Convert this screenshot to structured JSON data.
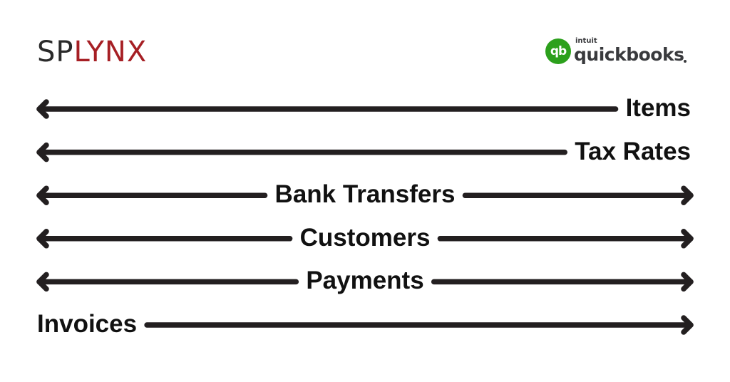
{
  "logos": {
    "left": {
      "parts": [
        {
          "text": "SP",
          "color": "#2a2a2a"
        },
        {
          "text": "LYNX",
          "color": "#a61f24"
        }
      ]
    },
    "right": {
      "mark": "qb",
      "brand": "intuit",
      "name": "quickbooks",
      "brand_green": "#2ca01c",
      "text_color": "#393a3d"
    }
  },
  "colors": {
    "arrow": "#231f20",
    "label": "#111111"
  },
  "flows": [
    {
      "label": "Items",
      "direction": "to-splynx"
    },
    {
      "label": "Tax Rates",
      "direction": "to-splynx"
    },
    {
      "label": "Bank Transfers",
      "direction": "both"
    },
    {
      "label": "Customers",
      "direction": "both"
    },
    {
      "label": "Payments",
      "direction": "both"
    },
    {
      "label": "Invoices",
      "direction": "to-quickbooks"
    }
  ]
}
